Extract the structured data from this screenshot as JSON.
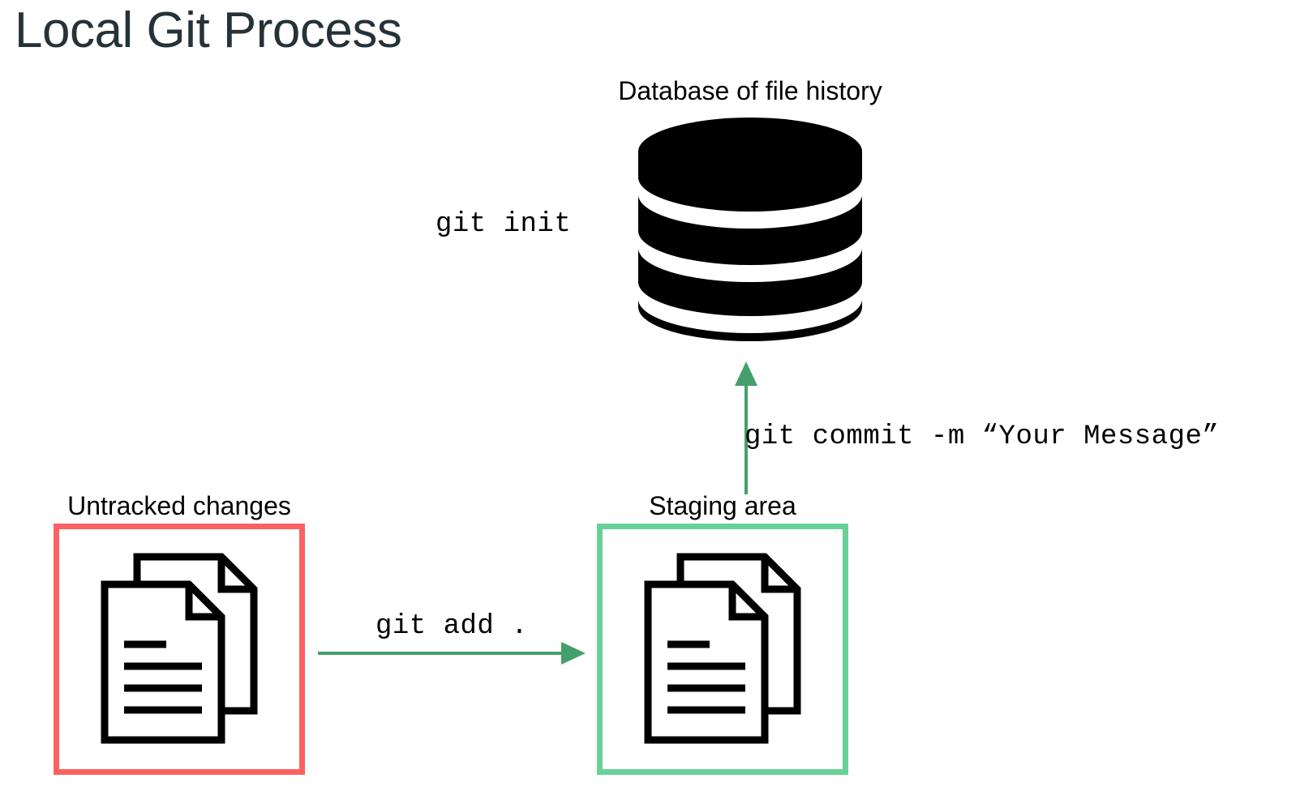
{
  "page": {
    "title": "Local Git Process",
    "background_color": "#ffffff",
    "title_color": "#263238"
  },
  "colors": {
    "untracked_border": "#fc6263",
    "staging_border": "#68d198",
    "arrow_green": "#43a06a",
    "icon_black": "#000000",
    "label_black": "#000000"
  },
  "nodes": {
    "database": {
      "label": "Database of file history",
      "icon": "database-cylinder-icon",
      "segments": 3
    },
    "untracked": {
      "label": "Untracked changes",
      "icon": "documents-icon",
      "border_color": "#fc6263",
      "line_count": 5
    },
    "staging": {
      "label": "Staging area",
      "icon": "documents-icon",
      "border_color": "#68d198",
      "line_count": 5
    }
  },
  "commands": {
    "init": "git init",
    "add": "git add .",
    "commit": "git commit -m “Your Message”"
  },
  "arrows": [
    {
      "name": "arrow-add",
      "from": "untracked",
      "to": "staging",
      "direction": "right",
      "label": "git add ."
    },
    {
      "name": "arrow-commit",
      "from": "staging",
      "to": "database",
      "direction": "up",
      "label": "git commit -m “Your Message”"
    }
  ],
  "icons": {
    "database": "database-cylinder-icon",
    "documents": "documents-stack-icon",
    "arrow_head": "arrow-head-icon"
  }
}
